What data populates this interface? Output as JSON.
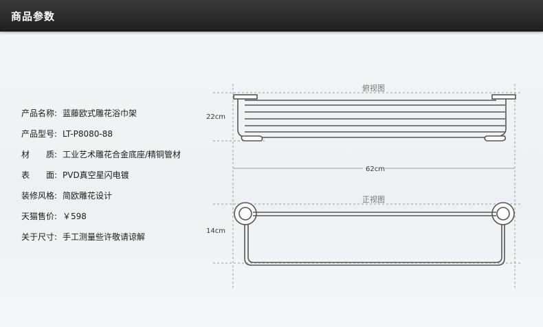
{
  "header": {
    "title": "商品参数"
  },
  "specs": [
    {
      "label": "产品名称:",
      "value": "蓝藤欧式雕花浴巾架"
    },
    {
      "label": "产品型号:",
      "value": "LT-P8080-88"
    },
    {
      "label": "材　　质:",
      "value": "工业艺术雕花合金底座/精铜管材"
    },
    {
      "label": "表　　面:",
      "value": "PVD真空星闪电镀"
    },
    {
      "label": "装修风格:",
      "value": "简欧雕花设计"
    },
    {
      "label": "天猫售价:",
      "value": "￥598"
    },
    {
      "label": "关于尺寸:",
      "value": "手工测量些许敬请谅解"
    }
  ],
  "diagram": {
    "top_view_label": "俯视图",
    "front_view_label": "正视图",
    "depth": "22cm",
    "width": "62cm",
    "height": "14cm"
  }
}
